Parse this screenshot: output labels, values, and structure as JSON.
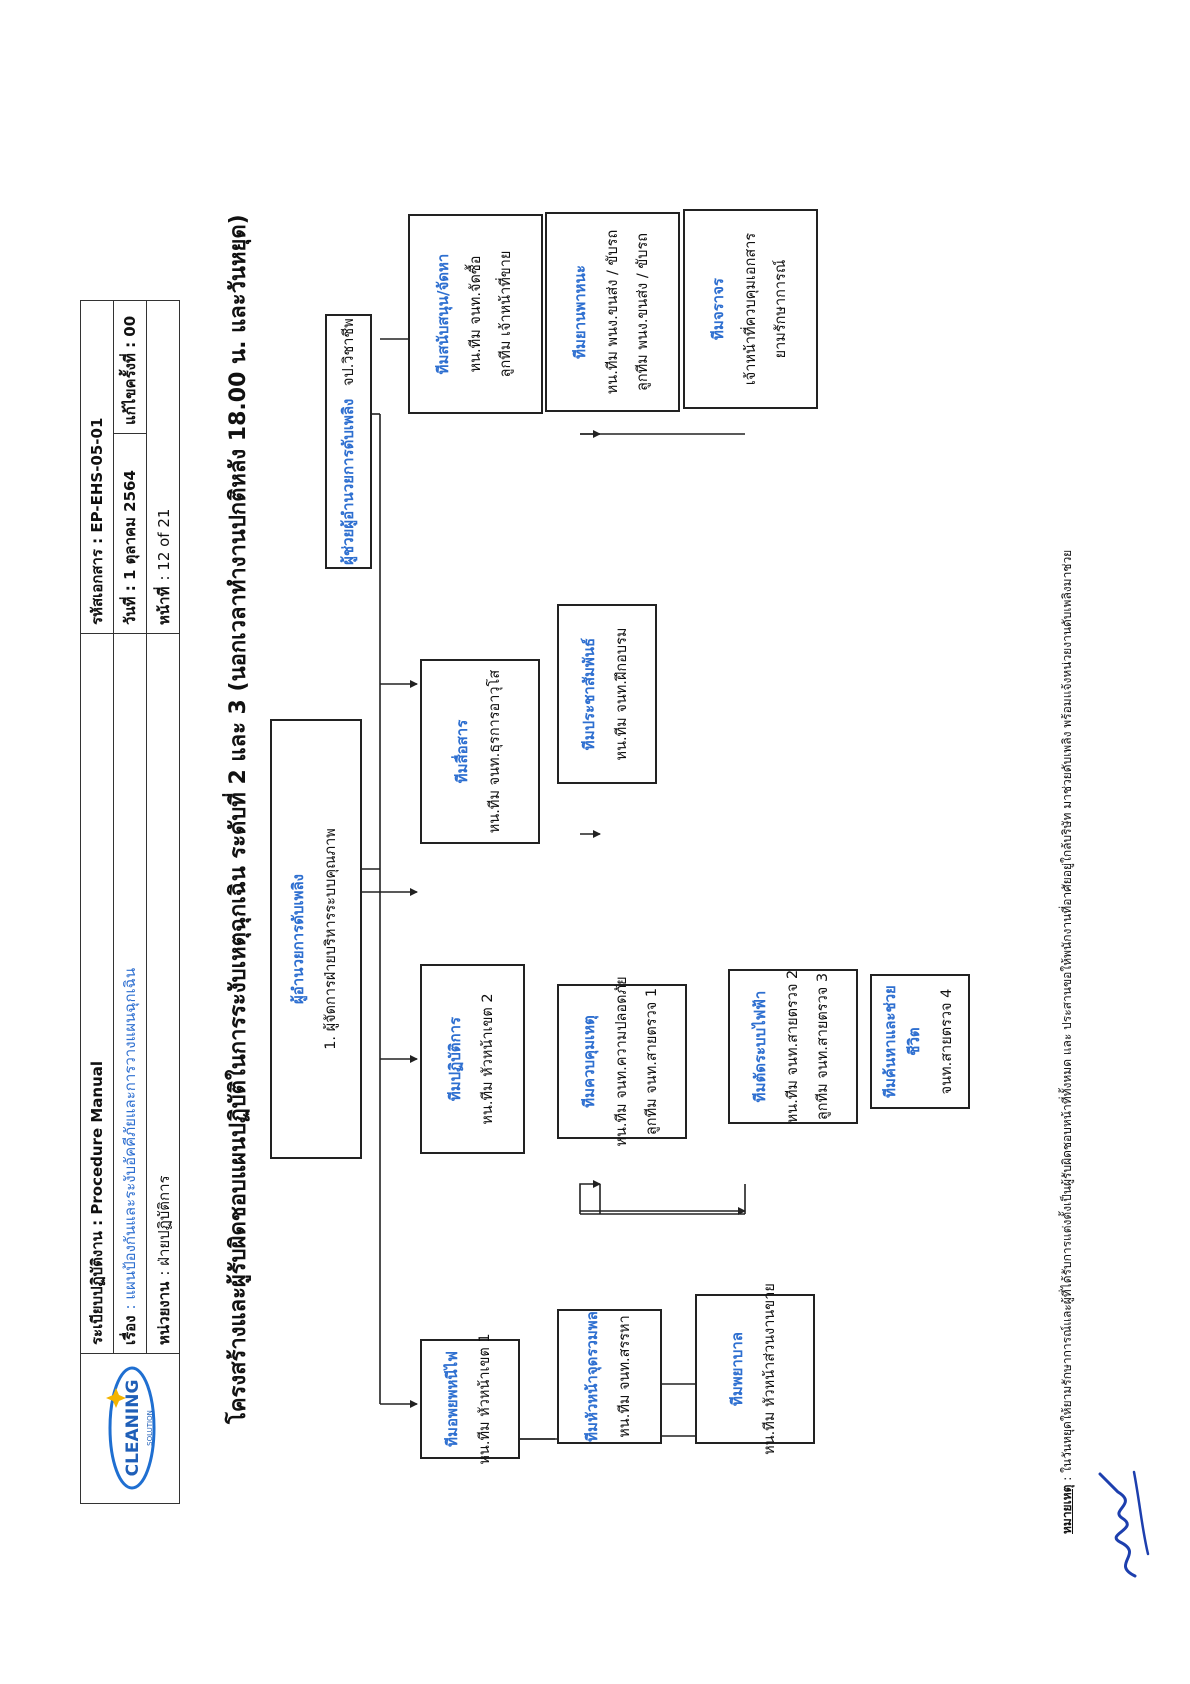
{
  "header": {
    "logo_text": "CLEANING",
    "logo_subtext": "SOLUTION",
    "doc_type_label": "ระเบียบปฏิบัติงาน : Procedure Manual",
    "subject_label": "เรื่อง",
    "subject_value": ": แผนป้องกันและระงับอัคคีภัยและการวางแผนฉุกเฉิน",
    "department_label": "หน่วยงาน",
    "department_value": ": ฝ่ายปฏิบัติการ",
    "doc_code": "รหัสเอกสาร : EP-EHS-05-01",
    "date": "วันที่ : 1 ตุลาคม 2564",
    "revision": "แก้ไขครั้งที่ : 00",
    "page_label": "หน้าที่",
    "page_value": ":   12 of 21"
  },
  "title": "โครงสร้างและผู้รับผิดชอบแผนปฏิบัติในการระงับเหตุฉุกเฉิน  ระดับที่ 2 และ 3 (นอกเวลาทำงานปกติหลัง 18.00 น. และวันหยุด)",
  "commander": {
    "title": "ผู้อำนวยการดับเพลิง",
    "line": "1. ผู้จัดการฝ่ายบริหารระบบคุณภาพ"
  },
  "assistant": {
    "title": "ผู้ช่วยผู้อำนวยการดับเพลิง",
    "line": "จป.วิชาชีพ"
  },
  "teams": {
    "fire": {
      "title": "ทีมอพยพหนีไฟ",
      "lines": [
        "หน.ทีม  หัวหน้าเขต 1"
      ]
    },
    "assembly": {
      "title": "ทีมหัวหน้าจุดรวมพล",
      "lines": [
        "หน.ทีม  จนท.สรรหา"
      ]
    },
    "nurse": {
      "title": "ทีมพยาบาล",
      "lines": [
        "หน.ทีม  หัวหน้าส่วนงานขาย"
      ]
    },
    "operation": {
      "title": "ทีมปฏิบัติการ",
      "lines": [
        "หน.ทีม  หัวหน้าเขต 2"
      ]
    },
    "control": {
      "title": "ทีมควบคุมเหตุ",
      "lines": [
        "หน.ทีม  จนท.ความปลอดภัย",
        "ลูกทีม จนท.สายตรวจ 1"
      ]
    },
    "power": {
      "title": "ทีมตัดระบบไฟฟ้า",
      "lines": [
        "หน.ทีม  จนท.สายตรวจ 2",
        "ลูกทีม จนท.สายตรวจ 3"
      ]
    },
    "rescue": {
      "title": "ทีมค้นหาและช่วยชีวิต",
      "lines": [
        "จนท.สายตรวจ 4"
      ]
    },
    "comm": {
      "title": "ทีมสื่อสาร",
      "lines": [
        "หน.ทีม  จนท.ธุรการอาวุโส"
      ]
    },
    "pr": {
      "title": "ทีมประชาสัมพันธ์",
      "lines": [
        "หน.ทีม  จนท.ฝึกอบรม"
      ]
    },
    "support": {
      "title": "ทีมสนับสนุน/จัดหา",
      "lines": [
        "หน.ทีม  จนท.จัดซื้อ",
        "ลูกทีม เจ้าหน้าที่ขาย"
      ]
    },
    "vehicle": {
      "title": "ทีมยานพาหนะ",
      "lines": [
        "หน.ทีม  พนง.ขนส่ง / ขับรถ",
        "ลูกทีม พนง.ขนส่ง / ขับรถ"
      ]
    },
    "traffic": {
      "title": "ทีมจราจร",
      "lines": [
        "เจ้าหน้าที่ควบคุมเอกสาร",
        "ยามรักษาการณ์"
      ]
    }
  },
  "note_label": "หมายเหตุ",
  "note_text": " : ในวันหยุดให้ยามรักษาการณ์และผู้ที่ได้รับการแต่งตั้งเป็นผู้รับผิดชอบหน้าที่ทั้งหมด และ ประสานขอให้พนักงานที่อาศัยอยู่ใกล้บริษัท มาช่วยดับเพลิง พร้อมแจ้งหน่วยงานดับเพลิงมาช่วย",
  "colors": {
    "team_title": "#2e6fd0",
    "line": "#222222"
  },
  "icons": [
    "sparkle-icon",
    "signature-icon"
  ]
}
